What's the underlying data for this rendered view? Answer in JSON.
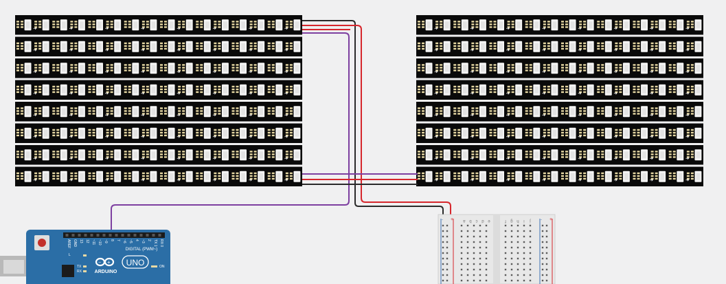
{
  "colors": {
    "background": "#f0f0f1",
    "strip_pcb": "#0a0a0a",
    "led_body": "#f4f4f4",
    "led_pad": "#e8d9a4",
    "wire_power": "#d6262c",
    "wire_ground": "#2a2a2a",
    "wire_data": "#7d3fa0",
    "arduino_board": "#2b6ea6",
    "breadboard": "#e8e8e8"
  },
  "matrices": [
    {
      "name": "led-matrix-left",
      "rows": 8,
      "leds_per_row": 16
    },
    {
      "name": "led-matrix-right",
      "rows": 8,
      "leds_per_row": 16
    }
  ],
  "arduino": {
    "model": "UNO",
    "brand": "ARDUINO",
    "digital_label": "DIGITAL (PWM~)",
    "on_label": "ON",
    "led_labels": [
      "L",
      "TX",
      "RX"
    ],
    "pin_labels": [
      "AREF",
      "GND",
      "13",
      "12",
      "~11",
      "~10",
      "~9",
      "8",
      "7",
      "~6",
      "~5",
      "4",
      "~3",
      "2",
      "TX 1",
      "RX 0"
    ]
  },
  "breadboard": {
    "rail_signs": [
      "+",
      "-"
    ],
    "column_letters_left": [
      "a",
      "b",
      "c",
      "d",
      "e"
    ],
    "column_letters_right": [
      "f",
      "g",
      "h",
      "i",
      "j"
    ]
  }
}
